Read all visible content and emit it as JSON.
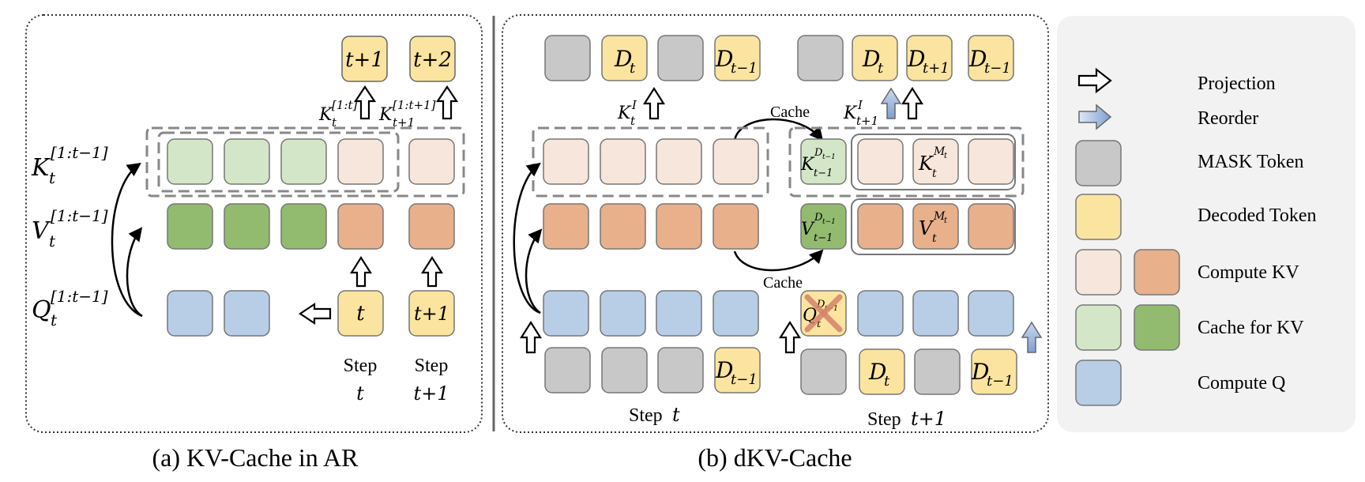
{
  "captions": {
    "a": "(a) KV-Cache in AR",
    "b": "(b) dKV-Cache"
  },
  "panel_a": {
    "top_tokens": [
      "t+1",
      "t+2"
    ],
    "k_label": "K",
    "k_sup": "[1:t−1]",
    "v_label": "V",
    "v_sup": "[1:t−1]",
    "q_label": "Q",
    "q_sup": "[1:t−1]",
    "t_sub": "t",
    "proj1": {
      "base": "K",
      "sub": "t",
      "sup": "[1:t]"
    },
    "proj2": {
      "base": "K",
      "sub": "t+1",
      "sup": "[1:t+1]"
    },
    "input_tokens": [
      "t",
      "t+1"
    ],
    "step1": [
      "Step",
      "t"
    ],
    "step2": [
      "Step",
      "t+1"
    ]
  },
  "panel_b": {
    "top_left": [
      "",
      "D_t",
      "",
      "D_{t-1}"
    ],
    "top_right": [
      "",
      "D_t",
      "D_{t+1}",
      "D_{t-1}"
    ],
    "kl_left": {
      "base": "K",
      "sub": "t",
      "sup": "I"
    },
    "kl_right": {
      "base": "K",
      "sub": "t+1",
      "sup": "I"
    },
    "cache_top": "Cache",
    "cache_bottom": "Cache",
    "k_cached": {
      "base": "K",
      "sub": "t−1",
      "sup": "D",
      "supsub": "t−1"
    },
    "k_mask": {
      "base": "K",
      "sub": "t",
      "sup": "M",
      "supsub": "t"
    },
    "v_cached": {
      "base": "V",
      "sub": "t−1",
      "sup": "D",
      "supsub": "t−1"
    },
    "v_mask": {
      "base": "V",
      "sub": "t",
      "sup": "M",
      "supsub": "t"
    },
    "q_crossed": {
      "base": "Q",
      "sub": "t",
      "sup": "D",
      "supsub": "t−1"
    },
    "bottom_left": [
      "",
      "",
      "",
      "D_{t-1}"
    ],
    "bottom_right": [
      "",
      "D_t",
      "",
      "D_{t-1}"
    ],
    "step_left": [
      "Step ",
      "t"
    ],
    "step_right": [
      "Step ",
      "t+1"
    ]
  },
  "legend": {
    "items": [
      "Projection",
      "Reorder",
      "MASK Token",
      "Decoded Token",
      "Compute KV",
      "Cache for KV",
      "Compute Q"
    ]
  },
  "colors": {
    "mask": "#c8c8c8",
    "decoded": "#fbe49f",
    "compute_kv_light": "#f7e6db",
    "compute_kv_dark": "#e8b08b",
    "cache_kv_light": "#d4e6c8",
    "cache_kv_dark": "#92bb70",
    "compute_q": "#b8cde6",
    "reorder": "#a4bce0",
    "legend_bg": "#f2f2f2",
    "cross": "#d6826a"
  }
}
